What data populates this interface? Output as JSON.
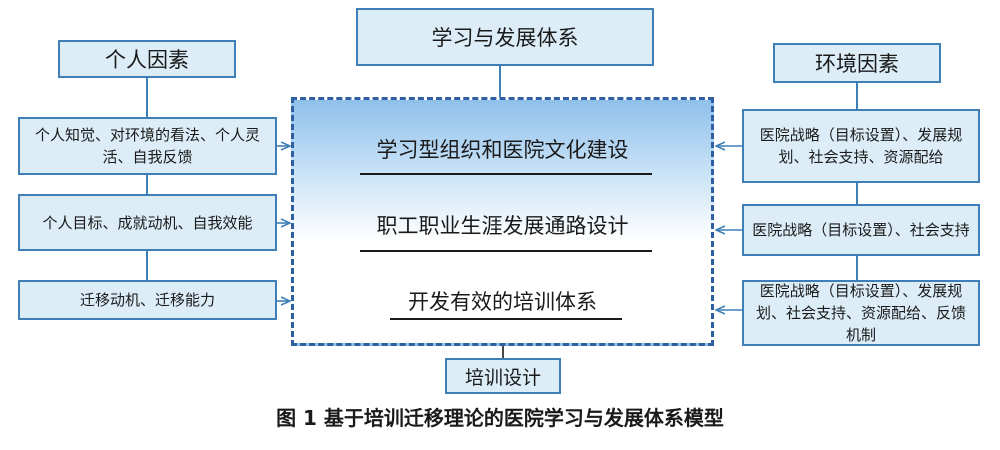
{
  "top_box": "学习与发展体系",
  "left": {
    "header": "个人因素",
    "items": [
      "个人知觉、对环境的看法、个人灵活、自我反馈",
      "个人目标、成就动机、自我效能",
      "迁移动机、迁移能力"
    ]
  },
  "right": {
    "header": "环境因素",
    "items": [
      "医院战略（目标设置）、发展规划、社会支持、资源配给",
      "医院战略（目标设置）、社会支持",
      "医院战略（目标设置）、发展规划、社会支持、资源配给、反馈机制"
    ]
  },
  "center": {
    "items": [
      "学习型组织和医院文化建设",
      "职工职业生涯发展通路设计",
      "开发有效的培训体系"
    ]
  },
  "bottom_box": "培训设计",
  "caption": "图 1  基于培训迁移理论的医院学习与发展体系模型",
  "colors": {
    "box_fill": "#dcedf8",
    "box_border": "#3f7fb8",
    "dashed_frame": "#2e5fa0",
    "arrow": "#3f7fb8"
  }
}
